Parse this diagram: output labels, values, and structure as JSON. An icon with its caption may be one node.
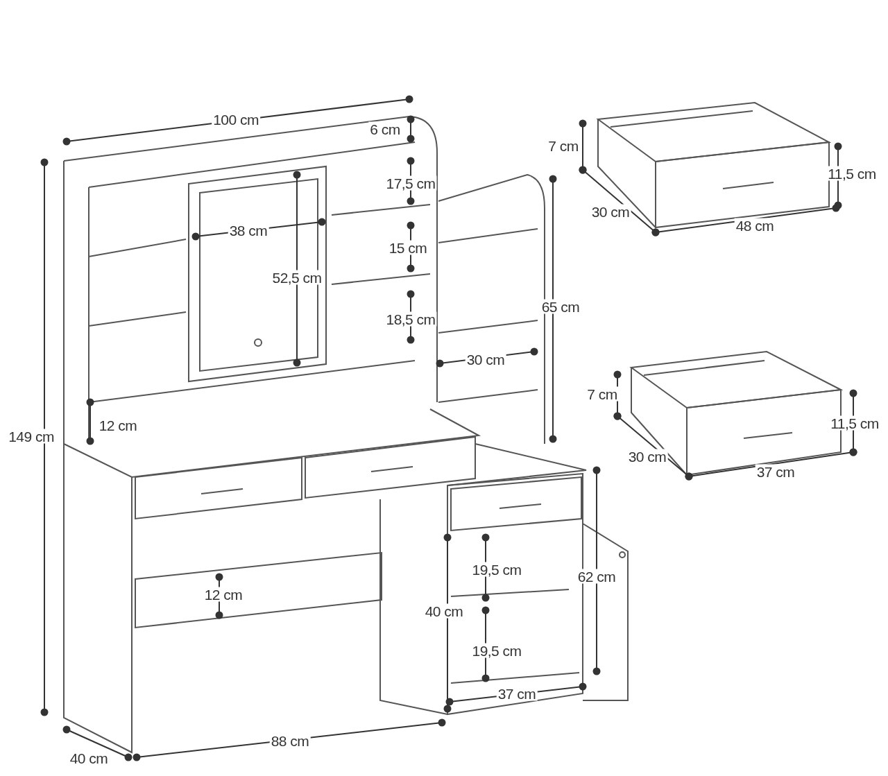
{
  "diagram": {
    "labels": [
      "100 cm",
      "6 cm",
      "7 cm",
      "11,5 cm",
      "17,5 cm",
      "30 cm",
      "48 cm",
      "38 cm",
      "15 cm",
      "52,5 cm",
      "65 cm",
      "18,5 cm",
      "30 cm",
      "7 cm",
      "11,5 cm",
      "149 cm",
      "12 cm",
      "30 cm",
      "37 cm",
      "19,5 cm",
      "62 cm",
      "12 cm",
      "40 cm",
      "19,5 cm",
      "37 cm",
      "88 cm",
      "40 cm"
    ]
  }
}
